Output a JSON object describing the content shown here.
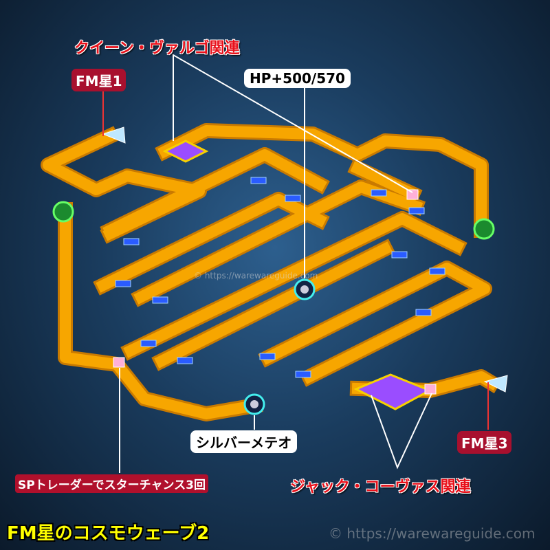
{
  "map_title": "FM星のコスモウェーブ2",
  "watermark": "© https://warewareguide.com",
  "watermark_center": "© https://warewareguide.com",
  "labels": {
    "queen_virgo": "クイーン・ヴァルゴ関連",
    "fm_star_1": "FM星1",
    "hp_up": "HP+500/570",
    "silver_meteor": "シルバーメテオ",
    "fm_star_3": "FM星3",
    "sp_trader": "SPトレーダーでスターチャンス3回",
    "jack_corvus": "ジャック・コーヴァス関連"
  },
  "colors": {
    "path": "#f7a600",
    "path_edge": "#c97a00",
    "label_red": "#e8101a",
    "label_box": "#a8102e",
    "title": "#ffff00"
  }
}
